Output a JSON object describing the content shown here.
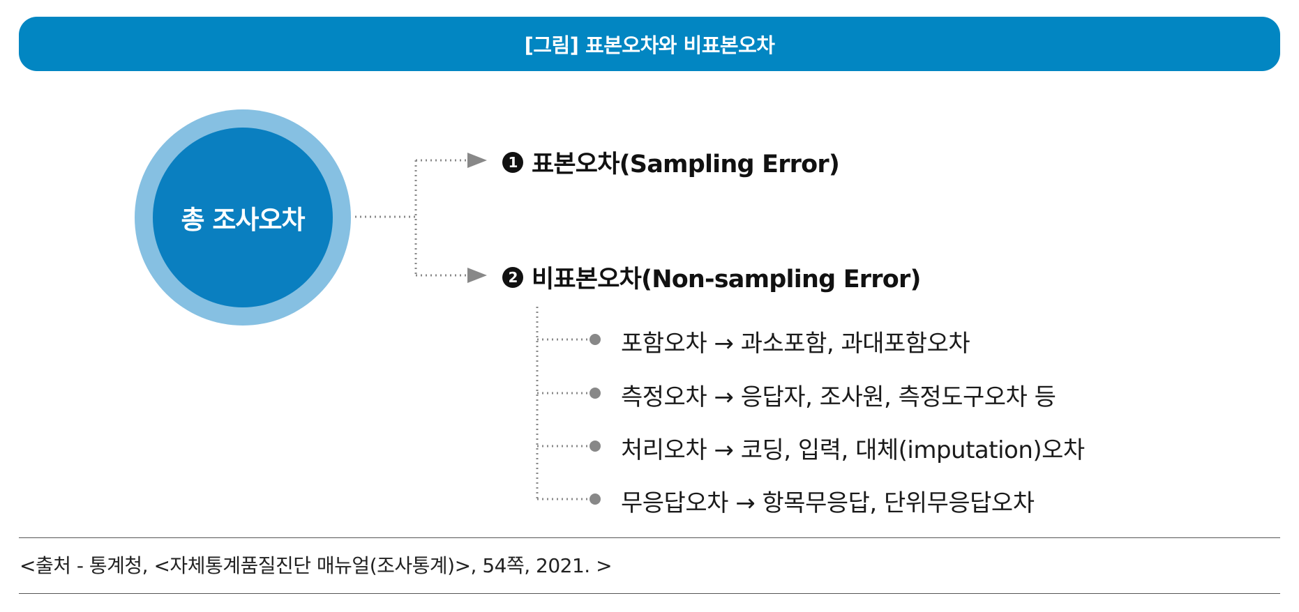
{
  "header": {
    "title": "[그림] 표본오차와 비표본오차"
  },
  "center": {
    "label": "총 조사오차"
  },
  "branches": [
    {
      "number": "1",
      "label": "표본오차(Sampling Error)"
    },
    {
      "number": "2",
      "label": "비표본오차(Non-sampling Error)"
    }
  ],
  "sub_items": [
    {
      "label": "포함오차 → 과소포함, 과대포함오차"
    },
    {
      "label": "측정오차 → 응답자, 조사원, 측정도구오차 등"
    },
    {
      "label": "처리오차 → 코딩, 입력, 대체(imputation)오차"
    },
    {
      "label": "무응답오차 → 항목무응답, 단위무응답오차"
    }
  ],
  "footer": {
    "source": "<출처 - 통계청, <자체통계품질진단 매뉴얼(조사통계)>, 54쪽, 2021. >"
  },
  "colors": {
    "accent": "#0286c2",
    "circle_inner": "#0a7fc0",
    "circle_outer": "#86c0e2",
    "connector": "#888888"
  }
}
